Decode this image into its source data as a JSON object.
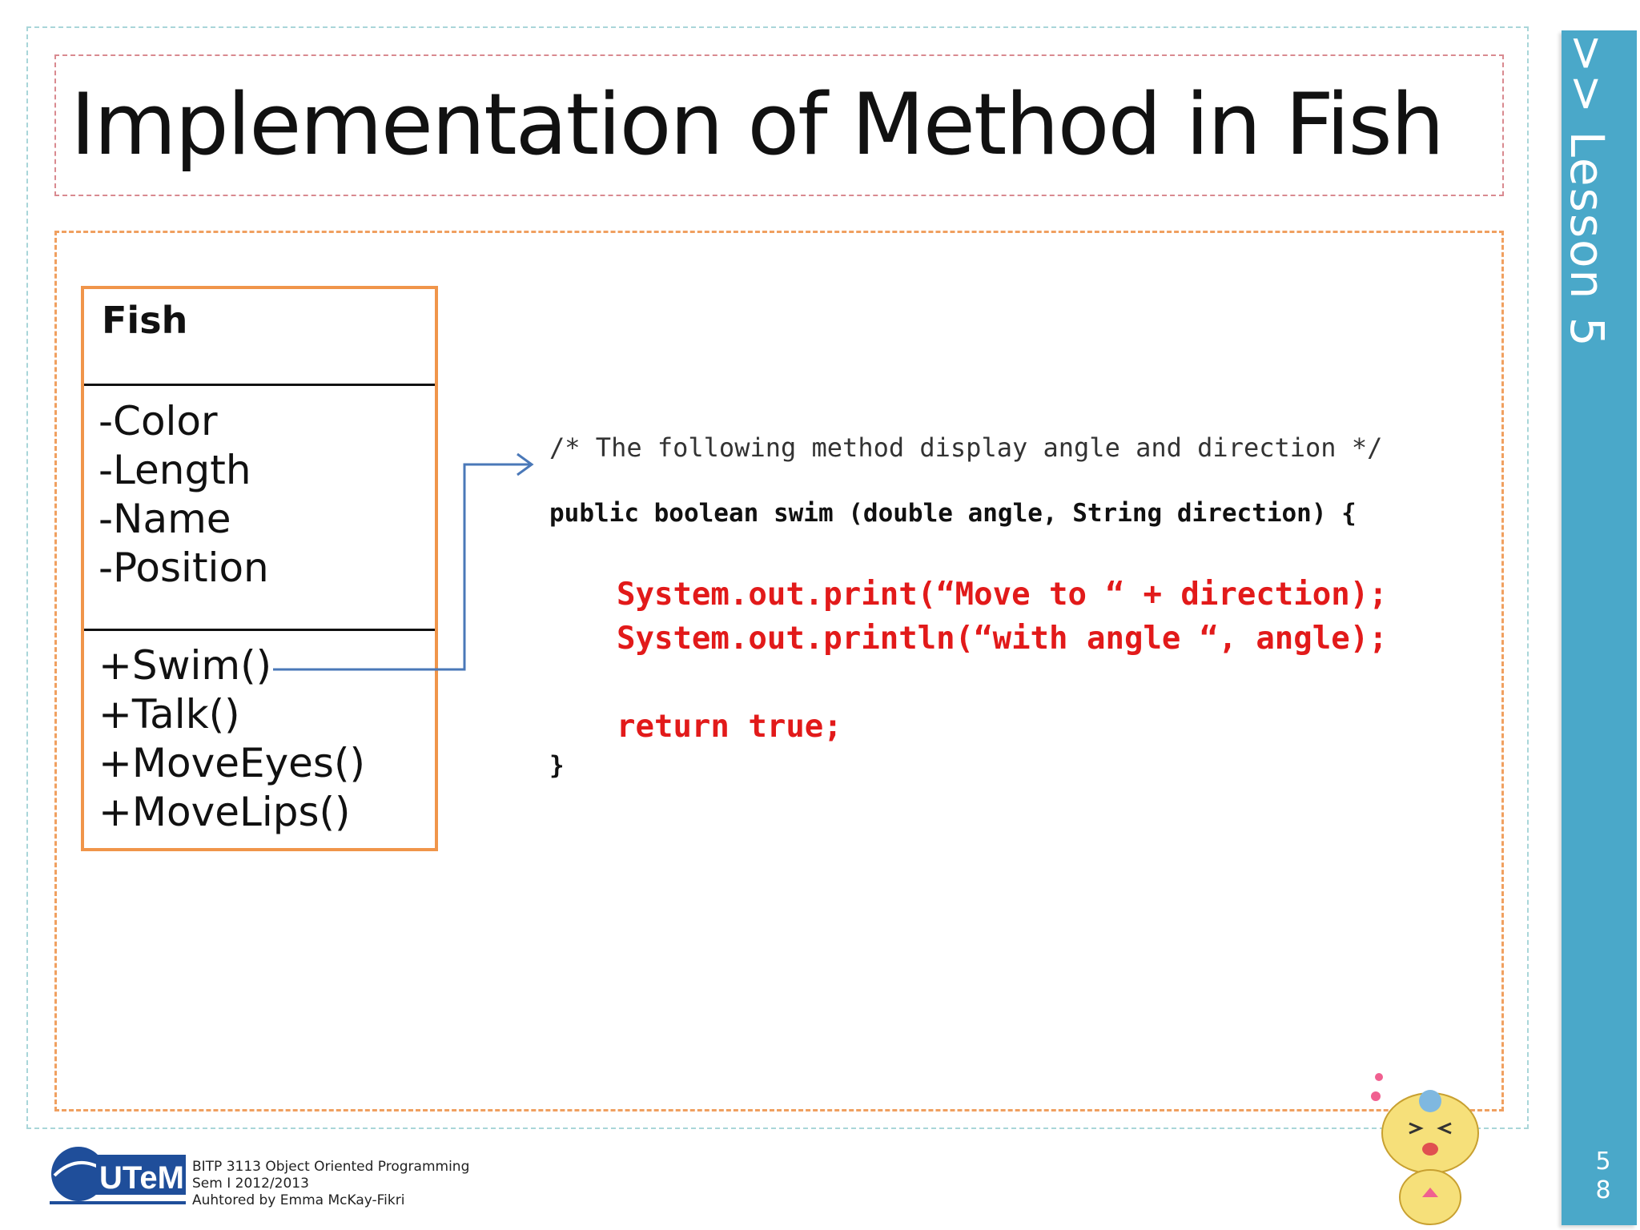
{
  "slide": {
    "title": "Implementation of Method in Fish",
    "side_tab_label": ">> Lesson  5",
    "page_number": "58"
  },
  "uml": {
    "class_name": "Fish",
    "attributes": [
      "-Color",
      "-Length",
      "-Name",
      "-Position"
    ],
    "methods": [
      "+Swim()",
      "+Talk()",
      "+MoveEyes()",
      "+MoveLips()"
    ]
  },
  "code": {
    "comment": "/* The following method display angle and direction */",
    "signature": "public boolean swim (double angle, String direction) {",
    "line1": "System.out.print(“Move to “ + direction);",
    "line2": "System.out.println(“with angle “, angle);",
    "return_stmt": "return true;",
    "closing_brace": "}"
  },
  "footer": {
    "logo_text": "UTeM",
    "course": "BITP 3113 Object Oriented Programming",
    "semester": "Sem I 2012/2013",
    "author": "Auhtored by  Emma McKay-Fikri"
  },
  "colors": {
    "accent_tab": "#4aa8c9",
    "uml_border": "#f0954a",
    "code_red": "#e21a1a",
    "arrow": "#4a78b8"
  },
  "icons": {
    "logo": "utem-logo-icon",
    "mascot": "mascot-icon",
    "arrow": "connector-arrow-icon"
  }
}
